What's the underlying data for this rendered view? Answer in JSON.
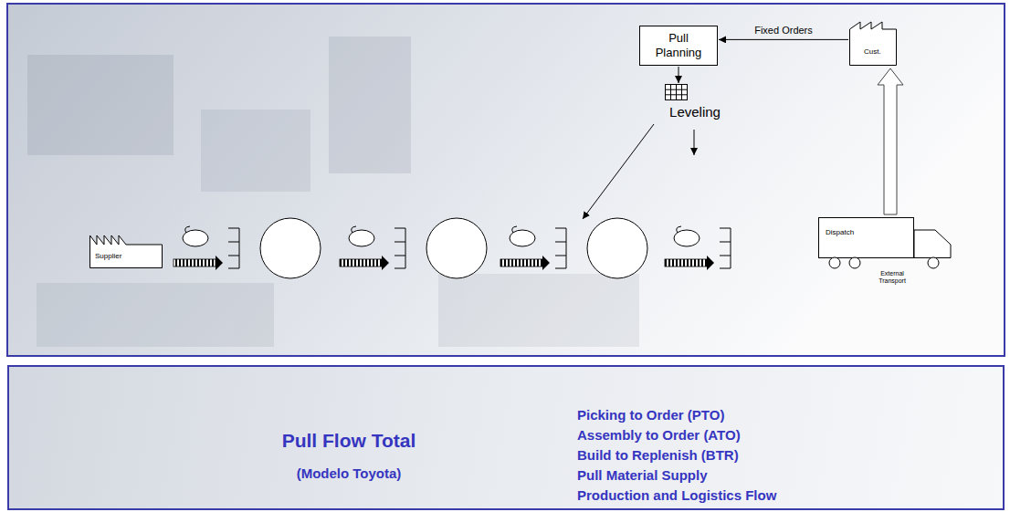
{
  "diagram": {
    "nodes": [
      {
        "text": [
          "Pull Planning"
        ]
      },
      {
        "text": [
          "Cust."
        ]
      },
      {
        "text": [
          "Leveling"
        ]
      },
      {
        "text": [
          "Supplier"
        ]
      },
      {
        "text": [
          "Dispatch",
          "External Transport"
        ]
      },
      {
        "text": [
          "Pull Flow Total",
          "(Modelo Toyota)",
          "Picking to Order (PTO)",
          "Assembly to Order (ATO)",
          "Build to Replenish (BTR)",
          "Pull Material Supply",
          "Production and Logistics Flow"
        ]
      }
    ],
    "edges": [
      {
        "from": 1,
        "to": 0,
        "label": "Fixed Orders",
        "arrow": "to"
      },
      {
        "from": 0,
        "to": 2,
        "arrow": "to"
      },
      {
        "from": 4,
        "to": 1,
        "arrow": "to"
      }
    ]
  }
}
